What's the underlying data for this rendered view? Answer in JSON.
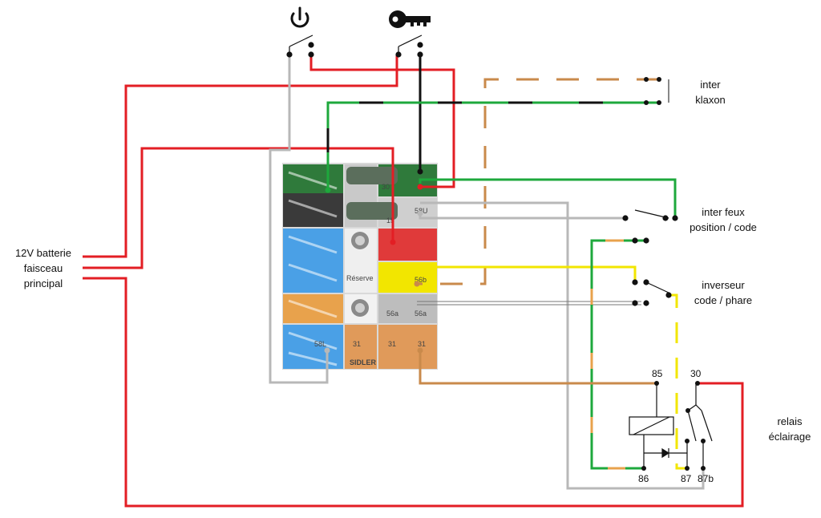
{
  "labels": {
    "battery_line1": "12V batterie",
    "battery_line2": "faisceau",
    "battery_line3": "principal",
    "klaxon_line1": "inter",
    "klaxon_line2": "klaxon",
    "feux_line1": "inter feux",
    "feux_line2": "position / code",
    "inverseur_line1": "inverseur",
    "inverseur_line2": "code / phare",
    "relais_line1": "relais",
    "relais_line2": "éclairage"
  },
  "relay_pins": {
    "p85": "85",
    "p30": "30",
    "p86": "86",
    "p87": "87",
    "p87b": "87b"
  },
  "fusebox": {
    "brand": "SIDLER",
    "reserve": "Réserve",
    "t56a_1": "56a",
    "t56a_2": "56a",
    "t58u": "58U",
    "t56b": "56b",
    "t31_1": "31",
    "t31_2": "31",
    "t31_3": "31",
    "t58l": "58L",
    "t30": "30",
    "t15": "15"
  },
  "icons": {
    "power": "power-icon",
    "key": "key-icon"
  },
  "colors": {
    "red": "#e31e24",
    "green": "#1ea83c",
    "black": "#111111",
    "gray": "#b8b8b8",
    "brown": "#c98a4b",
    "yellow": "#f2e600",
    "blue": "#4aa0e6",
    "orange": "#e8a24c"
  }
}
